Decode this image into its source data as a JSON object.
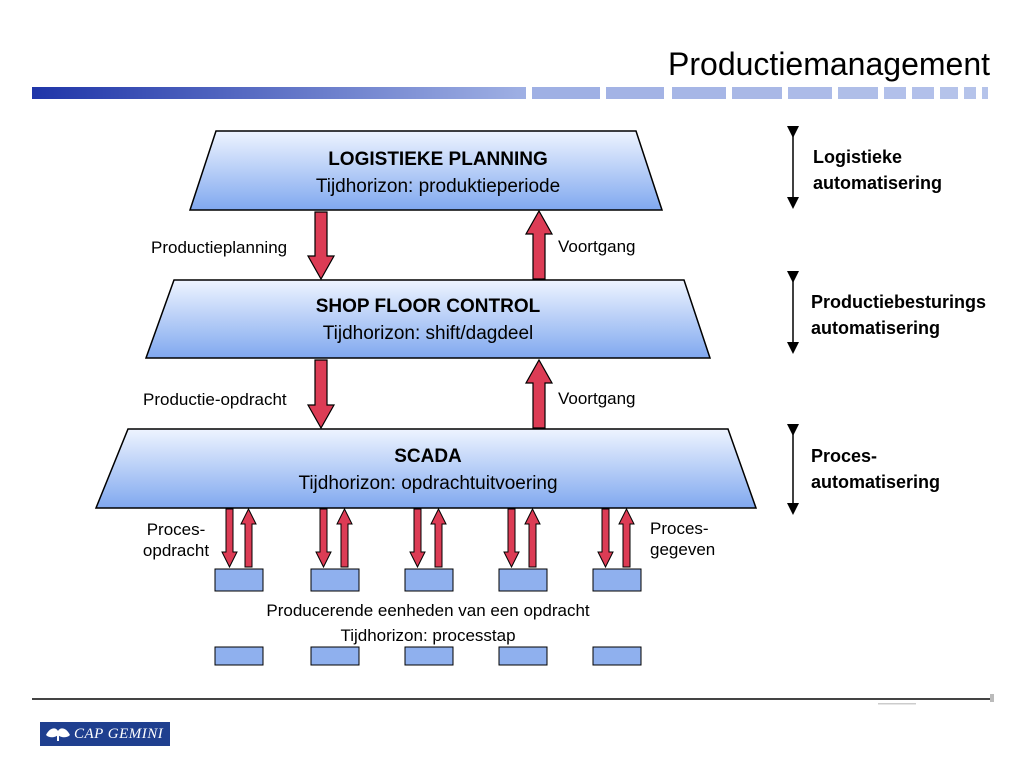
{
  "slide": {
    "title": "Productiemanagement"
  },
  "levels": [
    {
      "name": "LOGISTIEKE PLANNING",
      "horizon": "Tijdhorizon: produktieperiode"
    },
    {
      "name": "SHOP FLOOR CONTROL",
      "horizon": "Tijdhorizon: shift/dagdeel"
    },
    {
      "name": "SCADA",
      "horizon": "Tijdhorizon: opdrachtuitvoering"
    }
  ],
  "flows": {
    "down_1": "Productieplanning",
    "up_1": "Voortgang",
    "down_2": "Productie-opdracht",
    "up_2": "Voortgang",
    "down_3": "Proces-\nopdracht",
    "up_3": "Proces-\ngegeven"
  },
  "units": {
    "line1": "Producerende eenheden van een opdracht",
    "line2": "Tijdhorizon: processtap"
  },
  "automation": [
    {
      "line1": "Logistieke",
      "line2": "automatisering"
    },
    {
      "line1": "Productiebesturings",
      "line2": "automatisering"
    },
    {
      "line1": "Proces-",
      "line2": "automatisering"
    }
  ],
  "logo": {
    "text": "CAP GEMINI"
  },
  "colors": {
    "box_top": "#eef4ff",
    "box_bottom": "#7fa7ee",
    "arrow_fill": "#dc3c55",
    "band_dark": "#1f35a8",
    "band_light": "#a9b8e6"
  }
}
